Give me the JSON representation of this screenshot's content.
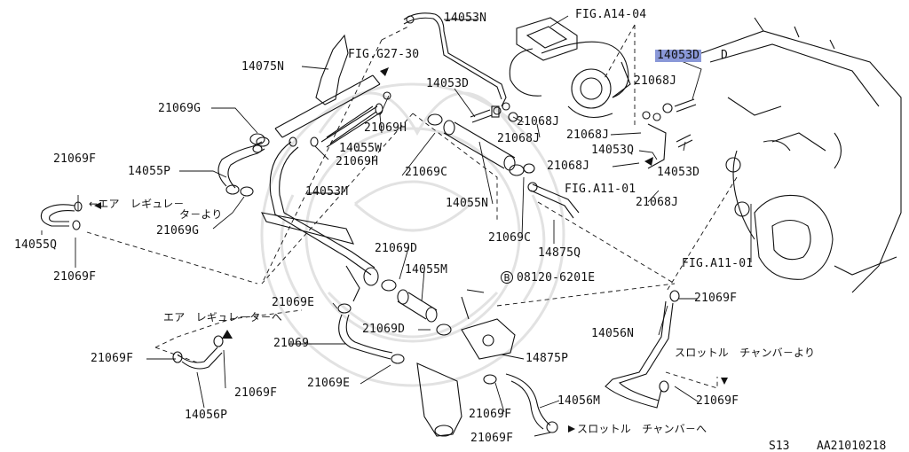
{
  "parts": {
    "p14053N": "14053N",
    "figA1404": "FIG.A14-04",
    "p14053D_hl": "14053D",
    "p14075N": "14075N",
    "figG2730": "FIG.G27-30",
    "p14053D_a": "14053D",
    "p21068J_a": "21068J",
    "p21069G_a": "21069G",
    "p21069H_a": "21069H",
    "p21068J_b": "21068J",
    "p21068J_c": "21068J",
    "p14055W": "14055W",
    "p21068J_d": "21068J",
    "p21069F_a": "21069F",
    "p21069H_b": "21069H",
    "p14053Q": "14053Q",
    "p14055P": "14055P",
    "p21069C_a": "21069C",
    "p21068J_e": "21068J",
    "p14053D_b": "14053D",
    "p14053M": "14053M",
    "figA1101_a": "FIG.A11-01",
    "p14055N": "14055N",
    "p21068J_f": "21068J",
    "p21069G_b": "21069G",
    "p14055Q": "14055Q",
    "p21069C_b": "21069C",
    "p21069D_a": "21069D",
    "p14875Q": "14875Q",
    "figA1101_b": "FIG.A11-01",
    "p21069F_b": "21069F",
    "p14055M": "14055M",
    "bolt": "08120-6201E",
    "bolt_ref": "B",
    "p21069E_a": "21069E",
    "p21069F_c": "21069F",
    "p21069D_b": "21069D",
    "p14056N": "14056N",
    "p21069": "21069",
    "p21069F_d": "21069F",
    "p14875P": "14875P",
    "p21069E_b": "21069E",
    "p21069F_e": "21069F",
    "p21069F_f": "21069F",
    "p14056M": "14056M",
    "p21069F_g": "21069F",
    "p14056P": "14056P",
    "p21069F_h": "21069F"
  },
  "notes": {
    "from_air_reg_1": "エア　レギュレ－",
    "from_air_reg_2": "タ－より",
    "to_air_reg": "エア　レギュレ－タ－へ",
    "from_throttle": "スロットル　チャンバ－より",
    "to_throttle": "スロットル　チャンバ－へ"
  },
  "footer": {
    "section": "S13",
    "code": "AA21010218"
  },
  "colors": {
    "ink": "#111111",
    "highlight": "#8a98d8",
    "watermark": "#e4e4e4"
  }
}
